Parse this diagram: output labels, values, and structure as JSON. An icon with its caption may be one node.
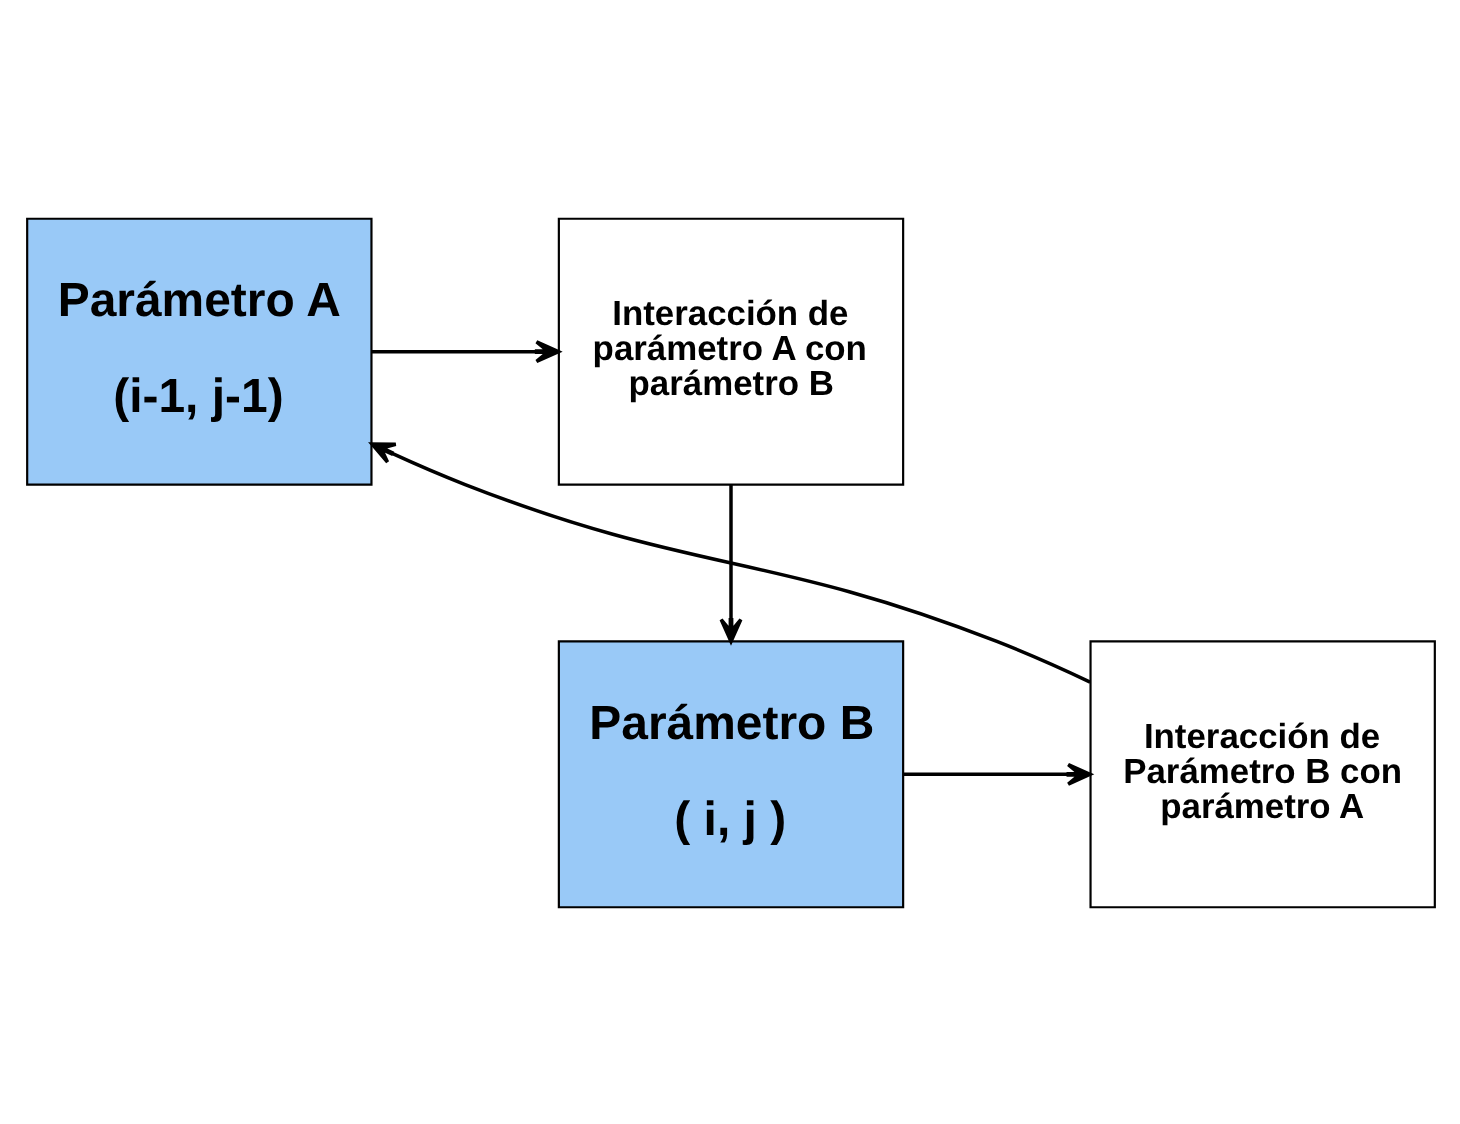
{
  "diagram": {
    "nodes": [
      {
        "text": [
          "Parámetro A",
          "(i-1, j-1)"
        ]
      },
      {
        "text": [
          "Interacción de parámetro A con parámetro B"
        ]
      },
      {
        "text": [
          "Parámetro B",
          "( i, j )"
        ]
      },
      {
        "text": [
          "Interacción de Parámetro B con parámetro A"
        ]
      }
    ],
    "edges": [
      {
        "from": 0,
        "to": 1,
        "arrow": "to"
      },
      {
        "from": 1,
        "to": 2,
        "arrow": "to"
      },
      {
        "from": 2,
        "to": 3,
        "arrow": "to"
      },
      {
        "from": 3,
        "to": 0,
        "arrow": "to"
      }
    ]
  }
}
